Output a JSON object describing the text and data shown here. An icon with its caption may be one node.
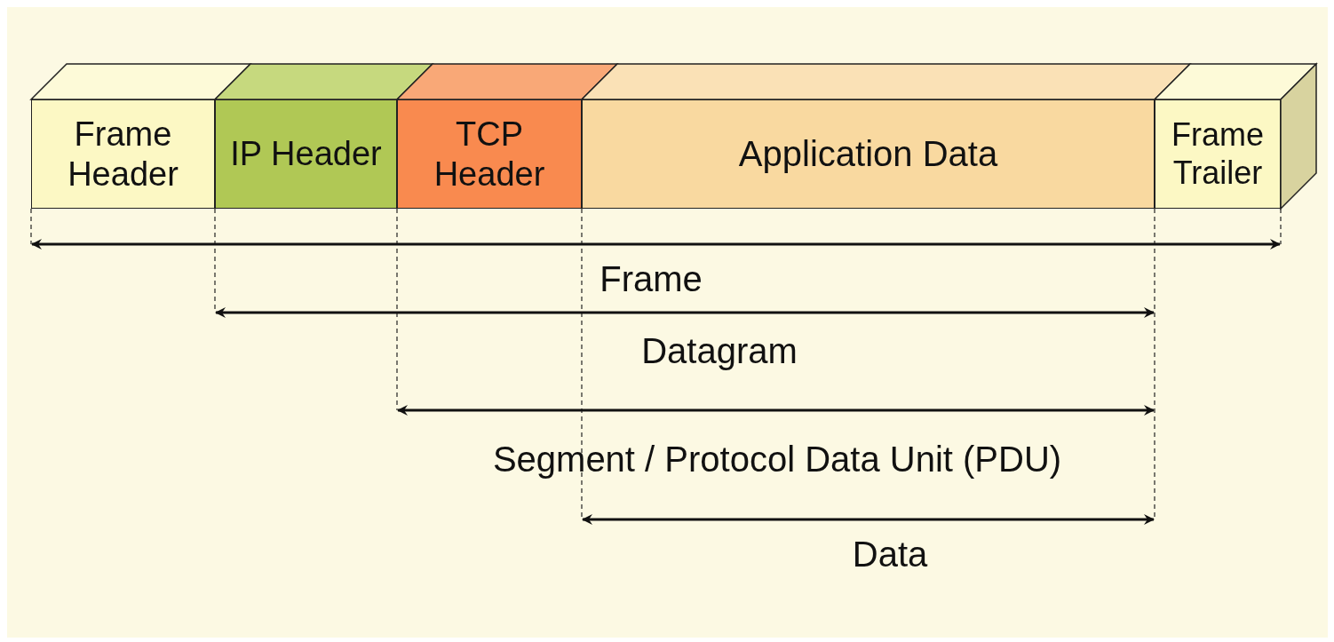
{
  "diagram": {
    "nodes": [
      {
        "text": [
          "Frame Header"
        ]
      },
      {
        "text": [
          "IP Header"
        ]
      },
      {
        "text": [
          "TCP Header"
        ]
      },
      {
        "text": [
          "Application Data"
        ]
      },
      {
        "text": [
          "Frame Trailer"
        ]
      }
    ],
    "labels": [
      "Frame",
      "Datagram",
      "Segment / Protocol Data Unit (PDU)",
      "Data"
    ]
  }
}
